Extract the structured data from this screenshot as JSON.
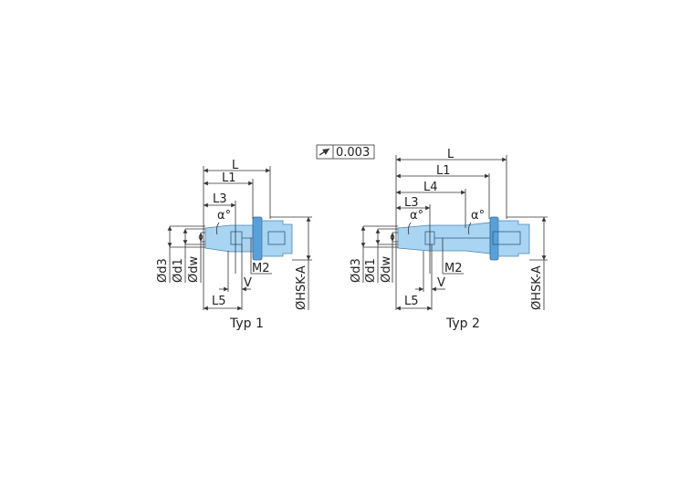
{
  "tolerance": {
    "symbol": "runout-arrow",
    "value": "0.003"
  },
  "labels": {
    "L": "L",
    "L1": "L1",
    "L3": "L3",
    "L4": "L4",
    "L5": "L5",
    "alpha": "α°",
    "d3": "Ød3",
    "d1": "Ød1",
    "dw": "Ødw",
    "M2": "M2",
    "V": "V",
    "HSK": "ØHSK-A"
  },
  "captions": {
    "type1": "Typ 1",
    "type2": "Typ 2"
  },
  "colors": {
    "body": "#a9d4f2",
    "flange": "#5aa0d8"
  }
}
